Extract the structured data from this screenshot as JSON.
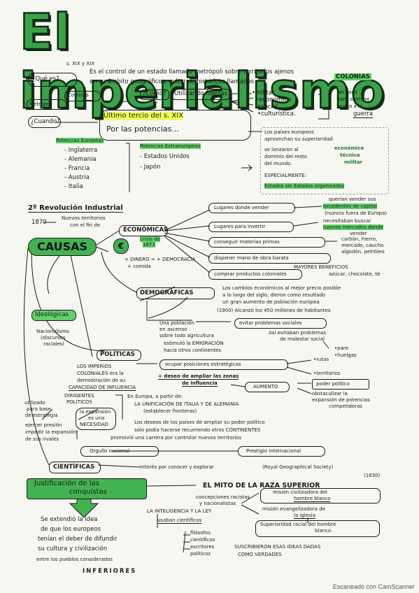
{
  "title": "El imperialismo",
  "top": {
    "century": "s. XIX y XIX",
    "que_es": "¿Qué es?",
    "def1": "Es el control de un estado llamado metrópoli sobre territorios ajenos",
    "def2": "en su ámbito geográficos, culturas, históricos llamados",
    "colonias": "COLONIAS",
    "colonias_label": "Colonias",
    "metropoli_label": "Metrópoli",
    "como": "¿Cómo?",
    "utilizando": "Utilizando fuerzas",
    "fuerzas": [
      "militar",
      "económica",
      "social",
      "culturística."
    ],
    "no_nace": [
      "No nace",
      "para siempre",
      "acaba a la",
      "guerra"
    ],
    "cuando": "¿Cuando?",
    "ultimo": "Último tercio del s. XIX",
    "por_las": "Por las potencias..."
  },
  "potencias": {
    "europeas_label": "Potencias Europeas",
    "europeas": [
      "Inglaterra",
      "Alemania",
      "Francia",
      "Austria",
      "Italia"
    ],
    "extra_label": "Potencias Extraeuropeas",
    "extra": [
      "Estados Unidos",
      "Japón"
    ],
    "right_text": [
      "Los países europeos",
      "aprovechan su superioridad",
      "se lanzaron al",
      "dominio del resto",
      "del mundo."
    ],
    "superioridad": [
      "económica",
      "técnica",
      "militar"
    ],
    "especialmente": "ESPECIALMENTE:",
    "estados_org": "Estados sin Estados organizados"
  },
  "causas": {
    "revolucion": "2º Revolución Industrial",
    "year1870": "1870",
    "nuevos": [
      "Nuevos territorios",
      "con el fin de"
    ],
    "label": "CAUSAS",
    "euro_sign": "€",
    "economicas": "ECONÓMICAS",
    "crisis": [
      "crisis de",
      "1873"
    ],
    "lugares_vender": "Lugares donde vender",
    "querian": [
      "querían vender sus",
      "excedentes de capital",
      "(nuevos fuera de Europa)"
    ],
    "lugares_invertir": "Lugares para invertir",
    "necesitaban": [
      "necesitaban buscar",
      "nuevos mercados donde",
      "vender"
    ],
    "materias": "conseguir materias primas",
    "materias_list": [
      "carbón, hierro,",
      "mercado, caucho",
      "algodón, petróleo"
    ],
    "mano_obra": "disponer mano de obra barata",
    "mayores": "MAYORES BENEFICIOS",
    "dinero": "DINERO",
    "democracia": "DEMOCRACIA",
    "comida": "comida",
    "comprar": "comprar productos coloniales",
    "comprar_list": "azúcar, chocolate, té",
    "demograficas": "DEMOGRÁFICAS",
    "demo_text": [
      "Los cambios económicos al mejor precio posible",
      "a lo largo del siglo, dieron como resultado",
      "un gran aumento de población europea",
      "(1900) Alcanzó los 450 millones de habitantes"
    ],
    "evitar": "evitar problemas sociales",
    "evitar_list": [
      "Así evitaban problemas",
      "de malestar social"
    ],
    "paro": "paro",
    "huelgas": "huelgas",
    "poblacion": [
      "Una población",
      "en ascenso",
      "sobre todo agricultura",
      "estimuló la EMIGRACIÓN",
      "hacia otros continentes"
    ],
    "ideologicas": "Ideológicas",
    "nacionalismo": [
      "Nacionalismo",
      "(discursos",
      "raciales)"
    ],
    "politicas": "POLÍTICAS",
    "ocupar": "ocupar posiciones estratégicas",
    "rutas": "rutas",
    "territorios": "territorios",
    "imperios": [
      "LOS IMPERIOS",
      "COLONIALES era la",
      "demostración de su",
      "CAPACIDAD DE INFLUENCIA"
    ],
    "deseo": [
      "+ deseo de ampliar las zonas",
      "de influencia"
    ],
    "aumento": "AUMENTO",
    "poder_politico": "poder político",
    "obstaculos": [
      "obstaculizar la",
      "expansión de potencias",
      "competidoras"
    ],
    "dirigentes": [
      "DIRIGENTES",
      "POLÍTICOS"
    ],
    "utilizado": [
      "utilizado",
      "para base",
      "de estrategia"
    ],
    "necesidad": [
      "la expansión",
      "es una",
      "NECESIDAD"
    ],
    "europa": [
      "En Europa, a partir de:",
      "LA UNIFICACIÓN DE ITALIA Y DE ALEMANIA",
      "(establecer fronteras)"
    ],
    "deseos": [
      "Los deseos de los países de ampliar su poder político",
      "solo podía hacerse recurriendo otros CONTINENTES",
      "promovió una carrera por controlar nuevos territorios"
    ],
    "ejercer": [
      "ejercer presión",
      "impedir la expansión",
      "de sus rivales"
    ],
    "orgullo": "Orgullo nacional",
    "prestigio": "Prestigio internacional",
    "cientificas": "CIENTÍFICAS",
    "interes": "Interés por conocer y explorar",
    "royal": "(Royal Geographical Society)",
    "y1830": "(1830)"
  },
  "justificacion": {
    "label": [
      "Justificación de las",
      "conquistas"
    ],
    "mito": "EL MITO DE LA RAZA SUPERIOR",
    "concepciones": [
      "concepciones racistas",
      "y nacionalistas"
    ],
    "mision1": [
      "misión civilizadora del",
      "hombre blanco"
    ],
    "mision2": [
      "misión evangelizadora de",
      "la iglesia"
    ],
    "inteligencia": "LA INTELIGENCIA Y LA LEY",
    "usaban": "usaban científicos",
    "usaban_list": [
      "filósofos",
      "científicos",
      "escritores",
      "políticos"
    ],
    "superioridad": [
      "Superioridad racial del hombre",
      "blanco"
    ],
    "suscribieron": [
      "SUSCRIBIERON ESAS IDEAS DADAS",
      "COMO VERDADES"
    ],
    "se_extendio": [
      "Se extendió la idea",
      "de que los europeos",
      "tenían el deber de difundir",
      "su cultura y civilización",
      "entre los pueblos considerados"
    ],
    "inferiores": "INFERIORES"
  },
  "footer": "Escaneado con CamScanner"
}
